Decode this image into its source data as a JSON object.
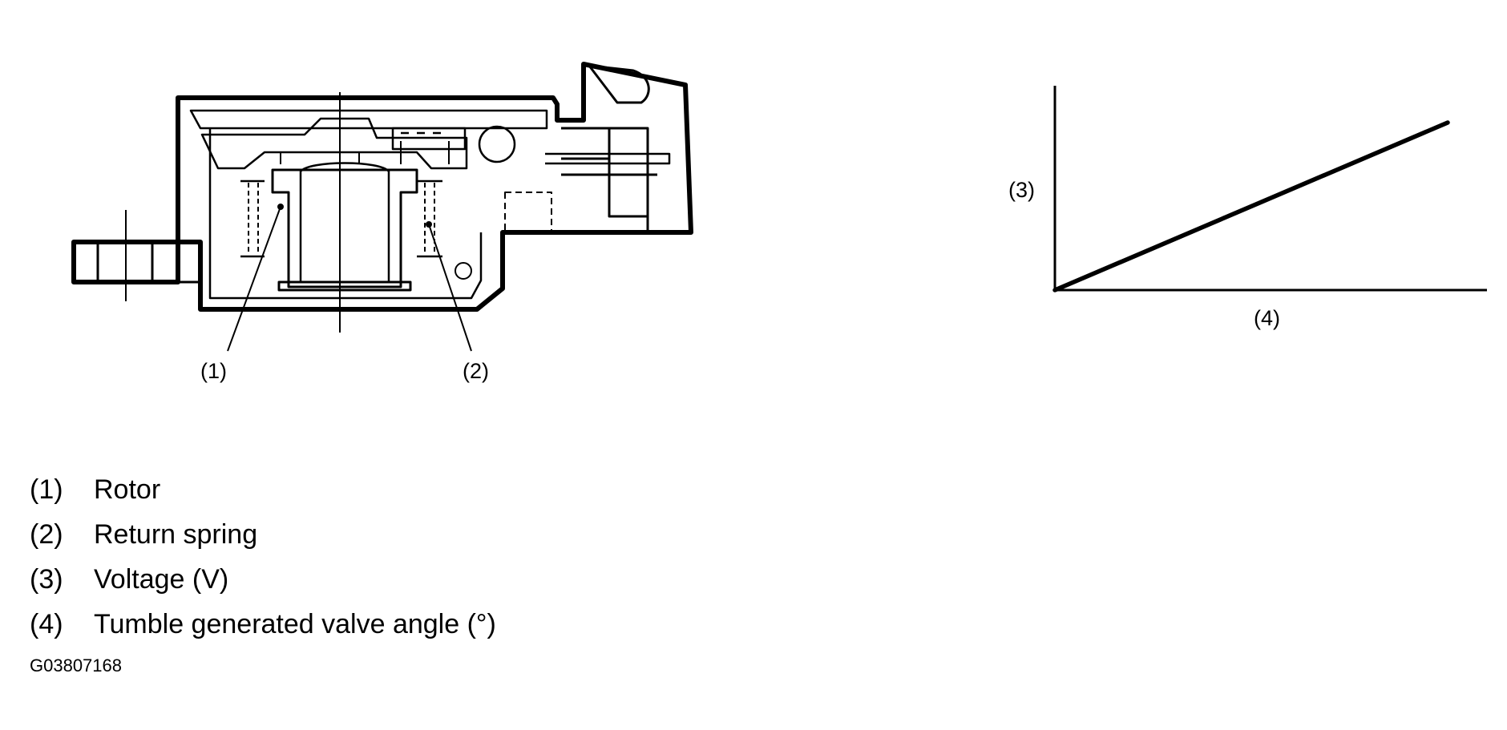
{
  "callouts": {
    "rotor": "(1)",
    "return_spring": "(2)",
    "voltage_axis": "(3)",
    "angle_axis": "(4)"
  },
  "legend": [
    {
      "num": "(1)",
      "text": "Rotor"
    },
    {
      "num": "(2)",
      "text": "Return spring"
    },
    {
      "num": "(3)",
      "text": "Voltage (V)"
    },
    {
      "num": "(4)",
      "text": "Tumble generated valve angle (°)"
    }
  ],
  "figure_id": "G03807168",
  "chart_data": {
    "type": "line",
    "ylabel": "(3)",
    "xlabel": "(4)",
    "series": [
      {
        "x": [
          0,
          1
        ],
        "y": [
          0,
          1
        ]
      }
    ],
    "xlim": [
      0,
      1.1
    ],
    "ylim": [
      0,
      1.22
    ],
    "grid": false,
    "note_values": "linear increase, unscaled"
  },
  "colors": {
    "ink": "#000000",
    "paper": "#ffffff"
  }
}
